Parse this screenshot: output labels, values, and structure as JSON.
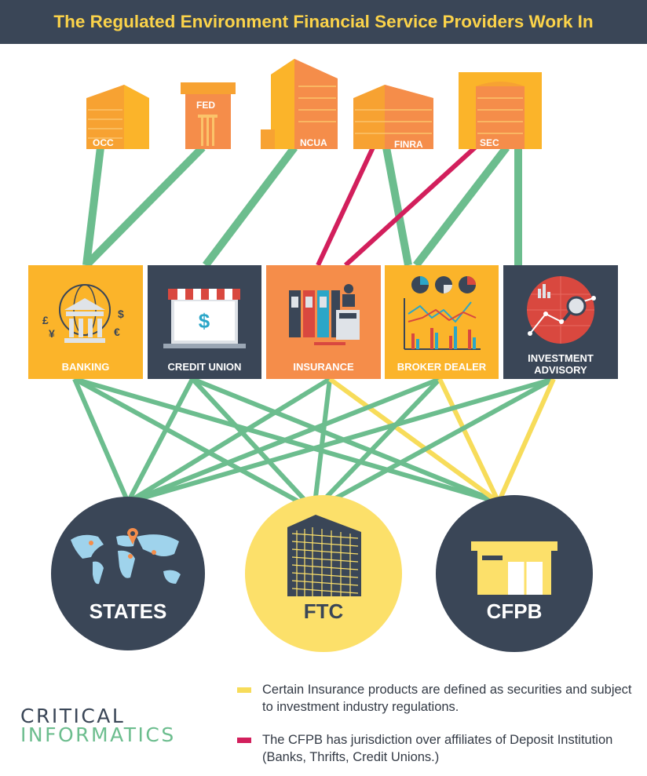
{
  "header": {
    "title": "The Regulated Environment Financial Service Providers Work In"
  },
  "agencies": [
    {
      "id": "occ",
      "label": "OCC"
    },
    {
      "id": "fed",
      "label": "FED"
    },
    {
      "id": "ncua",
      "label": "NCUA"
    },
    {
      "id": "finra",
      "label": "FINRA"
    },
    {
      "id": "sec",
      "label": "SEC"
    }
  ],
  "providers": [
    {
      "id": "banking",
      "label": "BANKING"
    },
    {
      "id": "credit-union",
      "label": "CREDIT UNION"
    },
    {
      "id": "insurance",
      "label": "INSURANCE"
    },
    {
      "id": "broker-dealer",
      "label": "BROKER DEALER"
    },
    {
      "id": "investment-advisory",
      "label": "INVESTMENT ADVISORY"
    }
  ],
  "regulators": [
    {
      "id": "states",
      "label": "STATES"
    },
    {
      "id": "ftc",
      "label": "FTC"
    },
    {
      "id": "cfpb",
      "label": "CFPB"
    }
  ],
  "edges": [
    {
      "from": "occ",
      "to": "banking",
      "type": "green"
    },
    {
      "from": "fed",
      "to": "banking",
      "type": "green"
    },
    {
      "from": "ncua",
      "to": "credit-union",
      "type": "green"
    },
    {
      "from": "finra",
      "to": "insurance",
      "type": "red"
    },
    {
      "from": "finra",
      "to": "broker-dealer",
      "type": "green"
    },
    {
      "from": "sec",
      "to": "insurance",
      "type": "red"
    },
    {
      "from": "sec",
      "to": "broker-dealer",
      "type": "green"
    },
    {
      "from": "sec",
      "to": "investment-advisory",
      "type": "green"
    },
    {
      "from": "banking",
      "to": "states",
      "type": "green"
    },
    {
      "from": "banking",
      "to": "ftc",
      "type": "green"
    },
    {
      "from": "banking",
      "to": "cfpb",
      "type": "green"
    },
    {
      "from": "credit-union",
      "to": "states",
      "type": "green"
    },
    {
      "from": "credit-union",
      "to": "ftc",
      "type": "green"
    },
    {
      "from": "credit-union",
      "to": "cfpb",
      "type": "green"
    },
    {
      "from": "insurance",
      "to": "states",
      "type": "green"
    },
    {
      "from": "insurance",
      "to": "ftc",
      "type": "green"
    },
    {
      "from": "insurance",
      "to": "cfpb",
      "type": "yellow"
    },
    {
      "from": "broker-dealer",
      "to": "states",
      "type": "green"
    },
    {
      "from": "broker-dealer",
      "to": "ftc",
      "type": "green"
    },
    {
      "from": "broker-dealer",
      "to": "cfpb",
      "type": "yellow"
    },
    {
      "from": "investment-advisory",
      "to": "states",
      "type": "green"
    },
    {
      "from": "investment-advisory",
      "to": "ftc",
      "type": "green"
    },
    {
      "from": "investment-advisory",
      "to": "cfpb",
      "type": "yellow"
    }
  ],
  "colors": {
    "green": "#6cbd8e",
    "red": "#d21f5c",
    "yellow": "#f7dc5a",
    "orange": "#f7a232",
    "orange_tile": "#f58d4a",
    "yellow_tile": "#fbb42a",
    "navy": "#3a4657",
    "header_bg": "#3a4657",
    "title": "#fbd34a",
    "logo_dark": "#3a4657",
    "logo_green": "#6cbd8e"
  },
  "logo": {
    "line1": "CRITICAL",
    "line2": "INFORMATICS"
  },
  "legend": [
    {
      "color": "yellow",
      "text": "Certain Insurance products are defined as securities and subject to investment industry regulations."
    },
    {
      "color": "red",
      "text": "The CFPB has jurisdiction over affiliates of Deposit Institution (Banks, Thrifts, Credit Unions.)"
    }
  ]
}
